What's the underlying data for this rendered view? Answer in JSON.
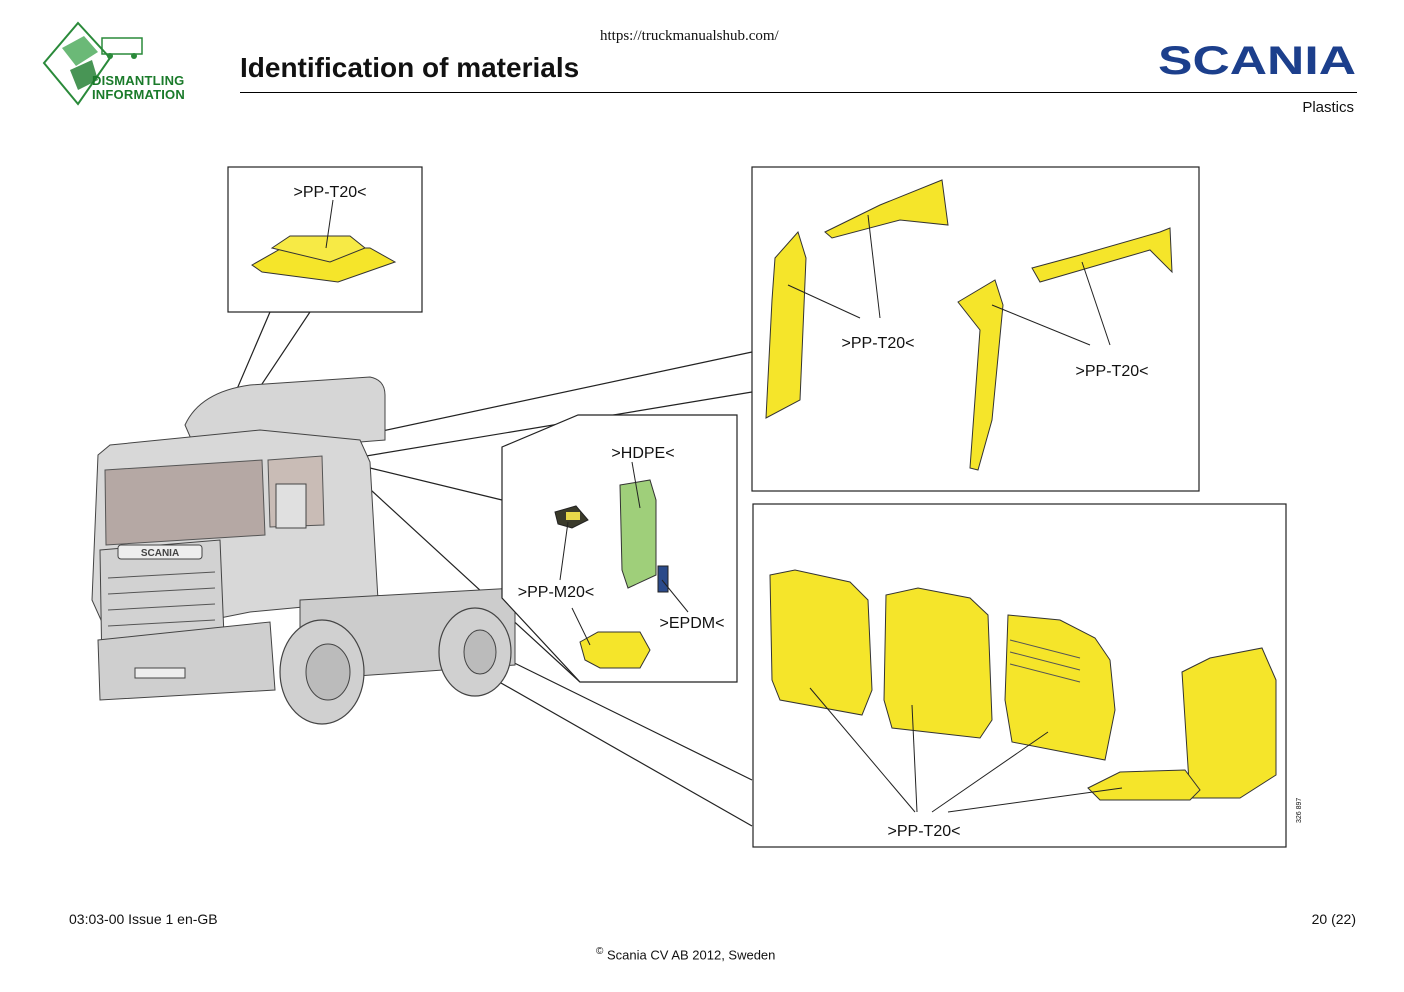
{
  "header": {
    "url": "https://truckmanualshub.com/",
    "title": "Identification of materials",
    "section": "Plastics",
    "brand": "SCANIA",
    "logo_line1": "DISMANTLING",
    "logo_line2": "INFORMATION"
  },
  "callouts": {
    "roof": "PP-T20",
    "pillars_left": "PP-T20",
    "pillars_right": "PP-T20",
    "hdpe": "HDPE",
    "pp_m20": "PP-M20",
    "epdm": "EPDM",
    "panels": "PP-T20"
  },
  "truck_grille_text": "SCANIA",
  "figure_number": "326 897",
  "footer": {
    "doc_id": "03:03-00 Issue 1  en-GB",
    "page": "20 (22)",
    "copyright_symbol": "©",
    "copyright": "Scania CV AB 2012, Sweden"
  },
  "colors": {
    "part_yellow": "#f5e52a",
    "part_green": "#9fcf7a",
    "truck_gray": "#d6d6d6",
    "windshield": "#b5a8a4",
    "brand_blue": "#1c3f8c",
    "logo_green": "#1a7a2a"
  }
}
